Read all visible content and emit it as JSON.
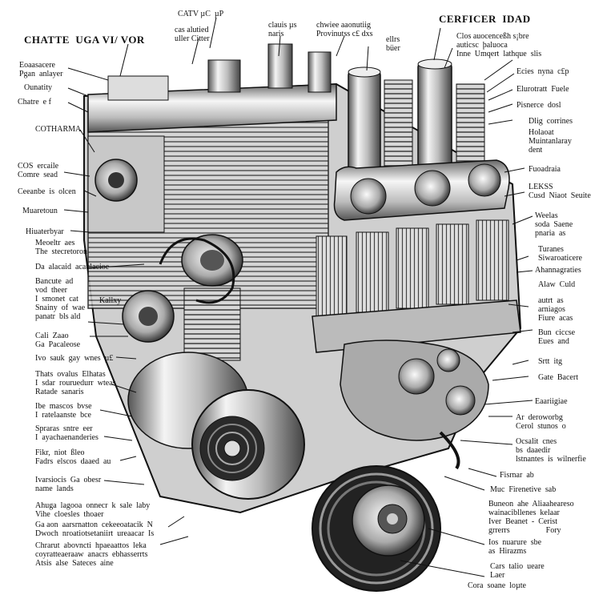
{
  "diagram": {
    "title_left": "CHATTE  UGA VI/ VOR",
    "title_right": "CERFICER  IDAD",
    "labels_top": [
      "CATV µC  µP",
      "cas alutied\nuller Citter",
      "clauis µs\nnaris",
      "chwiee aaonutiig\nProvinutss c£ dxs",
      "ellrs\nbüer",
      "Clos auocenceßh s¡bre\nauticsc  þaluoca\nInne  Umqert  lathque  slis"
    ],
    "labels_left": [
      "Eoaasacere\nPgan  anlayer",
      "Ounatity",
      "Chatre  e f",
      "COTHARMA",
      "COS  ercaile\nComre  sead",
      "Ceeanbe  is  olcen",
      "Muaretoun",
      "Hiuaterbyar",
      "Meoeltr  aes\nThe  stecretoron",
      "Da  alacaid  acaulacioe",
      "Bancute  ad\nvod  theer\nI  smonet  cat\nSnainy  of  wae\npanatr  bls ald",
      "Cali  Zaao\nGa  Pacaleose",
      "Ivo  sauk  gay  wnes  µ£",
      "Thats  ovalus  Elhatas\nI  sdar  rouruedurr  wteas\nRatade  sanaris",
      "Ibe  mascos  bvse\nI  ratelaanste  bce",
      "Spraras  sntre  eer\nI  ayachaenanderies",
      "Fikr,  niot  ßleo\nFadrs  elscos  daaed  au",
      "Ivarsiocis  Ga  obesr\nname  lands",
      "Ahuga  lagooa  onnecr  k  sale  laby\nVihe  cloesles  thoaer",
      "Ga aon  aarsrnatton  cekeeoatacik  N\nDwoch  nroatiotsetaniirt  ureaacar  Is",
      "Chrarut  abovncti  hpaeaattos  leka\ncoyratteaeraaw  anacrs  ebhasserrts\nAtsis  alse  Sateces  aine"
    ],
    "label_center": "Kallxy",
    "labels_right": [
      "Ecies  nyna  c£p",
      "Elurotratt  Fuele",
      "Pisnerce  dosl",
      "Dlig  corrines",
      "Holaoat\nMuintanlaray\ndent",
      "Fuoadraia",
      "LEKSS\nCusd  Niaot  Seuite",
      "Weelas\nsoda  Saene\npnaria  as",
      "Turanes\nSiwaroaticere",
      "Ahannagraties",
      "Alaw  Culd",
      "autrt  as\narniagos\nFiure  acas",
      "Bun  ciccse\nEues  and",
      "Srtt  itg",
      "Gate  Bacert",
      "Eaariigiae",
      "Ar  deroworbg\nCerol  stunos  o",
      "Ocsalit  cnes\nbs  daaedir\nlstnantes  is  wilnerfie",
      "Fisrnar  ab",
      "Muc  Firenetive  sab",
      "Buneon  ahe  Aliaaheareso\nwainacibllenes  kelaar\nIver  Beanet  -  Cerist\ngrrerrs                  Fory",
      "Ios  nuarure  sbe\nas  Hirazms",
      "Cars  talio  ueare\nLaer",
      "Cora  soane  loµte"
    ]
  }
}
